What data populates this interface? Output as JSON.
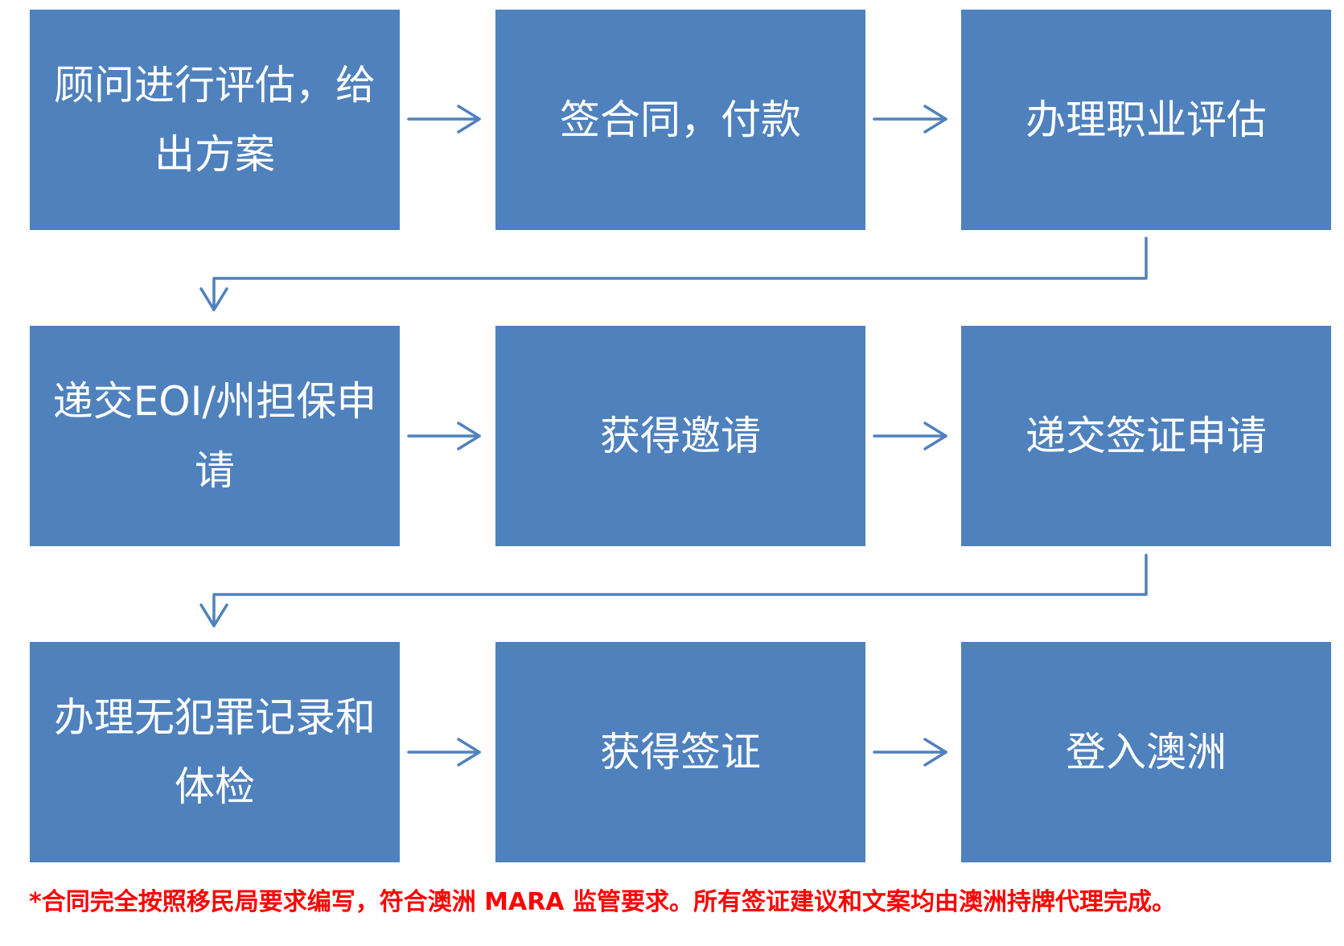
{
  "colors": {
    "box_fill": "#4f81bd",
    "box_text": "#ffffff",
    "connector": "#4f81bd",
    "note_text": "#ff0000"
  },
  "steps": [
    {
      "label": "顾问进行评估，给出方案"
    },
    {
      "label": "签合同，付款"
    },
    {
      "label": "办理职业评估"
    },
    {
      "label": "递交EOI/州担保申请"
    },
    {
      "label": "获得邀请"
    },
    {
      "label": "递交签证申请"
    },
    {
      "label": "办理无犯罪记录和体检"
    },
    {
      "label": "获得签证"
    },
    {
      "label": "登入澳洲"
    }
  ],
  "footnote": "*合同完全按照移民局要求编写，符合澳洲 MARA 监管要求。所有签证建议和文案均由澳洲持牌代理完成。"
}
